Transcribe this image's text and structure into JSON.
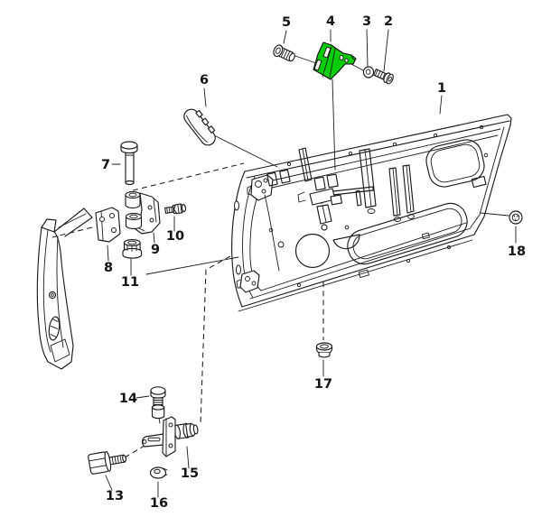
{
  "diagram": {
    "kind": "exploded-parts-diagram",
    "background_color": "#ffffff",
    "line_color": "#1c1c1c",
    "highlight_color": "#0acc0a",
    "highlighted_part_number": "4",
    "labels": {
      "p1": "1",
      "p2": "2",
      "p3": "3",
      "p4": "4",
      "p5": "5",
      "p6": "6",
      "p7": "7",
      "p8": "8",
      "p9": "9",
      "p10": "10",
      "p11": "11",
      "p13": "13",
      "p14": "14",
      "p15": "15",
      "p16": "16",
      "p17": "17",
      "p18": "18"
    }
  }
}
